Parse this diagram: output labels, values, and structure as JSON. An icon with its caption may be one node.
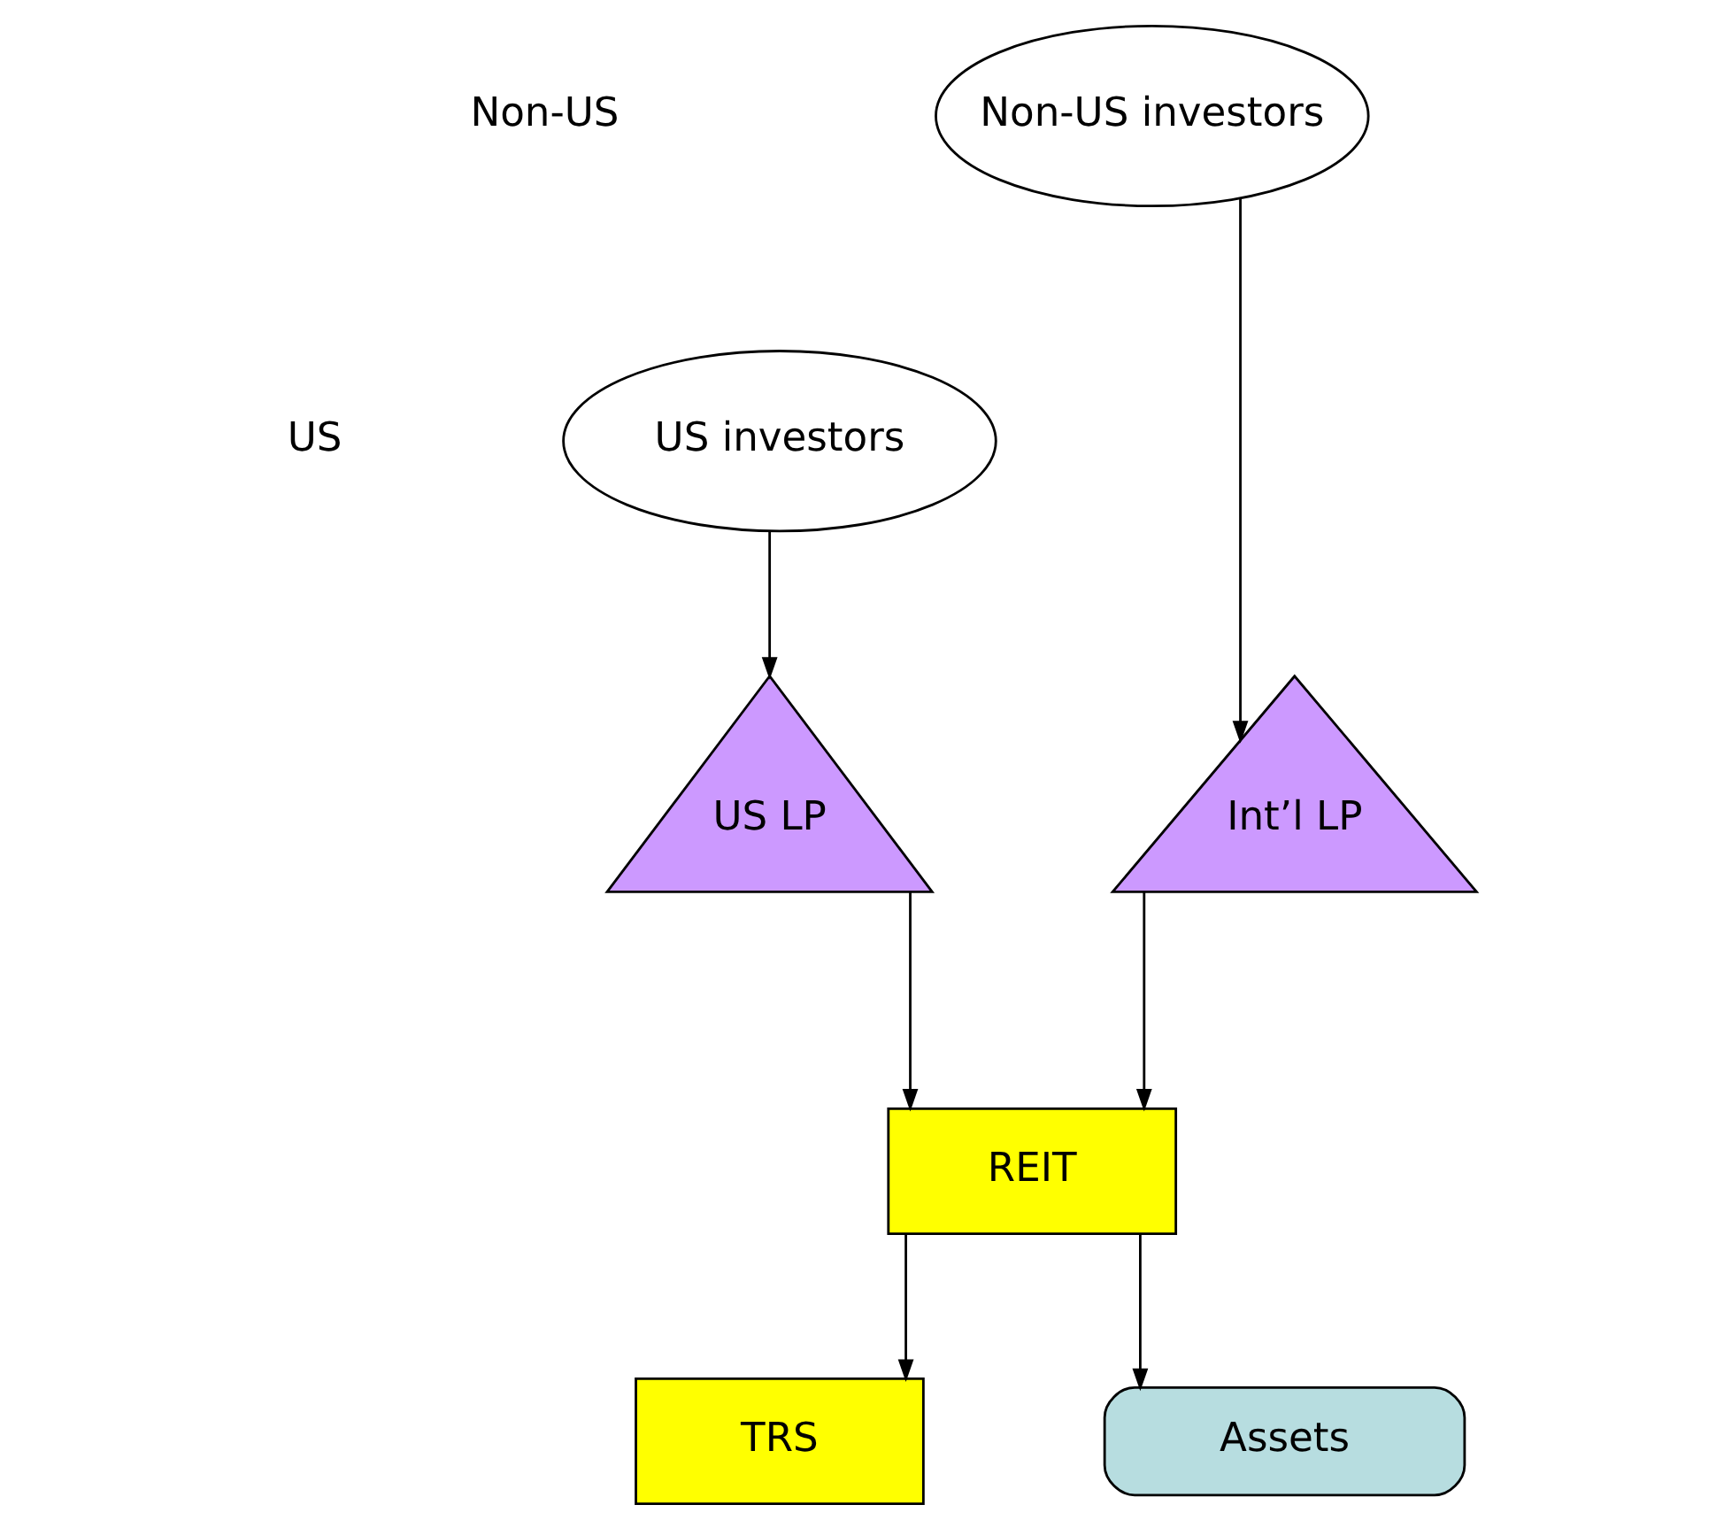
{
  "diagram": {
    "nodes": [
      {
        "text": [
          "Non-US investors"
        ]
      },
      {
        "text": [
          "US investors"
        ]
      },
      {
        "text": [
          "Int’l LP"
        ]
      },
      {
        "text": [
          "US LP"
        ]
      },
      {
        "text": [
          "REIT"
        ]
      },
      {
        "text": [
          "TRS"
        ]
      },
      {
        "text": [
          "Assets"
        ]
      }
    ],
    "edges": [
      {
        "from": 0,
        "to": 2,
        "arrow": "to"
      },
      {
        "from": 1,
        "to": 3,
        "arrow": "to"
      },
      {
        "from": 2,
        "to": 4,
        "arrow": "to"
      },
      {
        "from": 3,
        "to": 4,
        "arrow": "to"
      },
      {
        "from": 4,
        "to": 5,
        "arrow": "to"
      },
      {
        "from": 4,
        "to": 6,
        "arrow": "to"
      }
    ],
    "labels": [
      "Non-US",
      "US"
    ]
  }
}
